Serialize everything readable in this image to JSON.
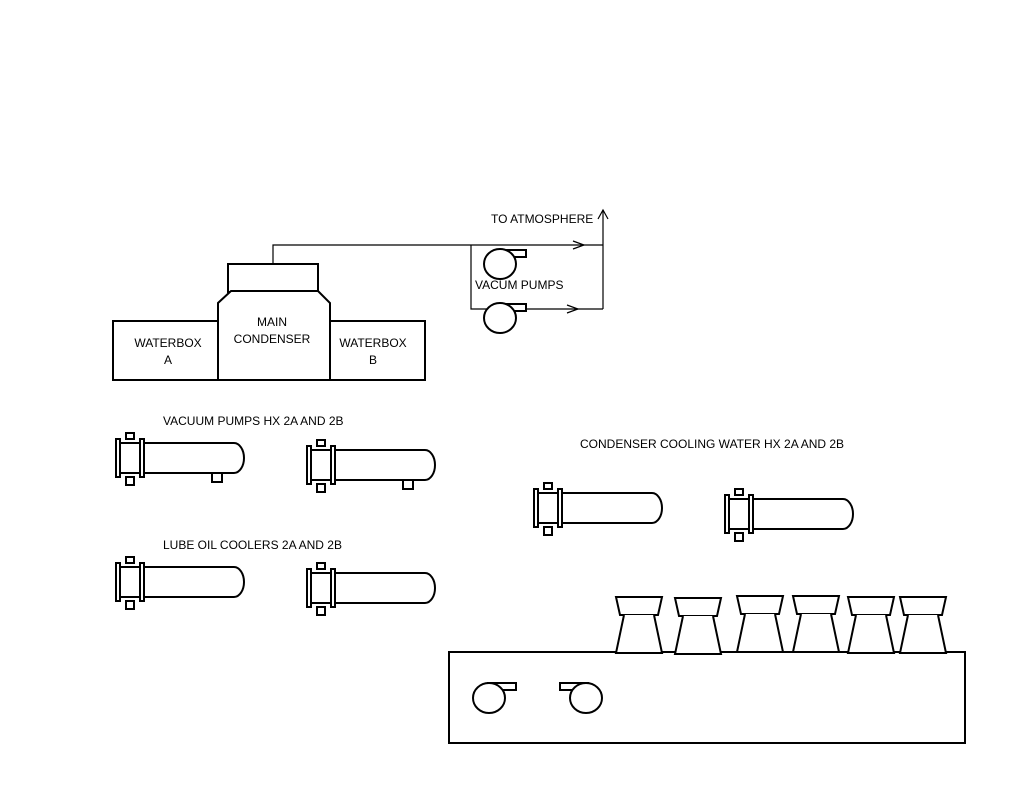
{
  "labels": {
    "to_atmosphere": "TO ATMOSPHERE",
    "vacuum_pumps": "VACUM PUMPS",
    "main_condenser_line1": "MAIN",
    "main_condenser_line2": "CONDENSER",
    "waterbox_a_line1": "WATERBOX",
    "waterbox_a_line2": "A",
    "waterbox_b_line1": "WATERBOX",
    "waterbox_b_line2": "B",
    "vacuum_pumps_hx": "VACUUM PUMPS HX 2A AND 2B",
    "lube_oil_coolers": "LUBE OIL COOLERS 2A AND 2B",
    "condenser_cooling_water_hx": "CONDENSER COOLING WATER HX 2A AND 2B"
  },
  "colors": {
    "line": "#000000",
    "background": "#ffffff"
  }
}
